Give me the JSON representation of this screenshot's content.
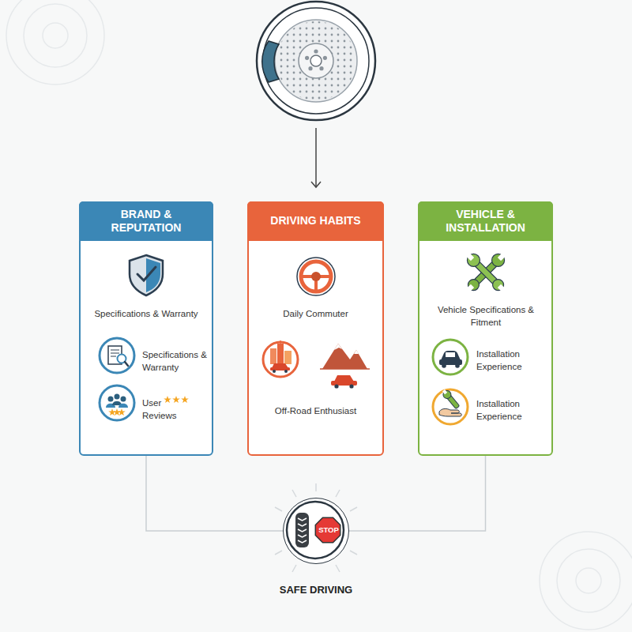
{
  "diagram": {
    "nodes": [
      {
        "text": [
          "BRAND & REPUTATION",
          "Specifications & Warranty",
          "Specifications & Warranty",
          "User Reviews"
        ]
      },
      {
        "text": [
          "DRIVING HABITS",
          "Daily Commuter",
          "Off-Road Enthusiast"
        ]
      },
      {
        "text": [
          "VEHICLE & INSTALLATION",
          "Vehicle Specifications & Fitment",
          "Installation Experience",
          "Installation Experience"
        ]
      },
      {
        "text": [
          "STOP",
          "SAFE DRIVING"
        ]
      }
    ],
    "edges": [
      {
        "from": 0,
        "to": 3,
        "arrow": "none"
      },
      {
        "from": 2,
        "to": 3,
        "arrow": "none"
      }
    ]
  }
}
